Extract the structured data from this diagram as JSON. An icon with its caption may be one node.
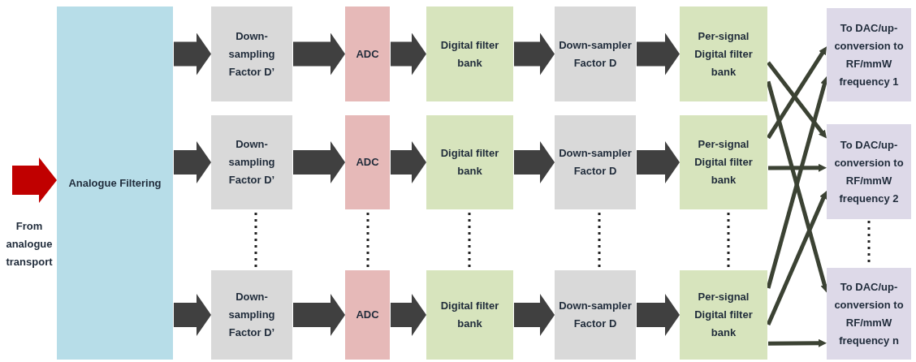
{
  "diagram": {
    "nodes": [
      {
        "text": [
          "Analogue Filtering"
        ],
        "beside": [
          "From analogue transport"
        ]
      },
      {
        "text": [
          "Down-sampling Factor D’"
        ]
      },
      {
        "text": [
          "ADC"
        ]
      },
      {
        "text": [
          "Digital filter bank"
        ]
      },
      {
        "text": [
          "Down-sampler Factor D"
        ]
      },
      {
        "text": [
          "Per-signal Digital filter bank"
        ]
      },
      {
        "text": [
          "Down-sampling Factor D’"
        ]
      },
      {
        "text": [
          "ADC"
        ]
      },
      {
        "text": [
          "Digital filter bank"
        ]
      },
      {
        "text": [
          "Down-sampler Factor D"
        ]
      },
      {
        "text": [
          "Per-signal Digital filter bank"
        ]
      },
      {
        "text": [
          "Down-sampling Factor D’"
        ]
      },
      {
        "text": [
          "ADC"
        ]
      },
      {
        "text": [
          "Digital filter bank"
        ]
      },
      {
        "text": [
          "Down-sampler Factor D"
        ]
      },
      {
        "text": [
          "Per-signal Digital filter bank"
        ]
      },
      {
        "text": [
          "To DAC/up-conversion to RF/mmW frequency 1"
        ]
      },
      {
        "text": [
          "To DAC/up-conversion to RF/mmW frequency 2"
        ]
      },
      {
        "text": [
          "To DAC/up-conversion to RF/mmW frequency n"
        ]
      }
    ],
    "edges": [
      {
        "from": 0,
        "to": 1,
        "arrow": "to"
      },
      {
        "from": 1,
        "to": 2,
        "arrow": "to"
      },
      {
        "from": 2,
        "to": 3,
        "arrow": "to"
      },
      {
        "from": 3,
        "to": 4,
        "arrow": "to"
      },
      {
        "from": 4,
        "to": 5,
        "arrow": "to"
      },
      {
        "from": 0,
        "to": 6,
        "arrow": "to"
      },
      {
        "from": 6,
        "to": 7,
        "arrow": "to"
      },
      {
        "from": 7,
        "to": 8,
        "arrow": "to"
      },
      {
        "from": 8,
        "to": 9,
        "arrow": "to"
      },
      {
        "from": 9,
        "to": 10,
        "arrow": "to"
      },
      {
        "from": 0,
        "to": 11,
        "arrow": "to"
      },
      {
        "from": 11,
        "to": 12,
        "arrow": "to"
      },
      {
        "from": 12,
        "to": 13,
        "arrow": "to"
      },
      {
        "from": 13,
        "to": 14,
        "arrow": "to"
      },
      {
        "from": 14,
        "to": 15,
        "arrow": "to"
      },
      {
        "from": null,
        "to": 0,
        "arrow": "to",
        "color": "#c00000"
      },
      {
        "from": 5,
        "to": 17,
        "arrow": "to"
      },
      {
        "from": 5,
        "to": 18,
        "arrow": "to"
      },
      {
        "from": 10,
        "to": 16,
        "arrow": "to"
      },
      {
        "from": 10,
        "to": 17,
        "arrow": "to"
      },
      {
        "from": 15,
        "to": 16,
        "arrow": "to"
      },
      {
        "from": 15,
        "to": 17,
        "arrow": "to"
      },
      {
        "from": 15,
        "to": 18,
        "arrow": "to"
      }
    ]
  }
}
